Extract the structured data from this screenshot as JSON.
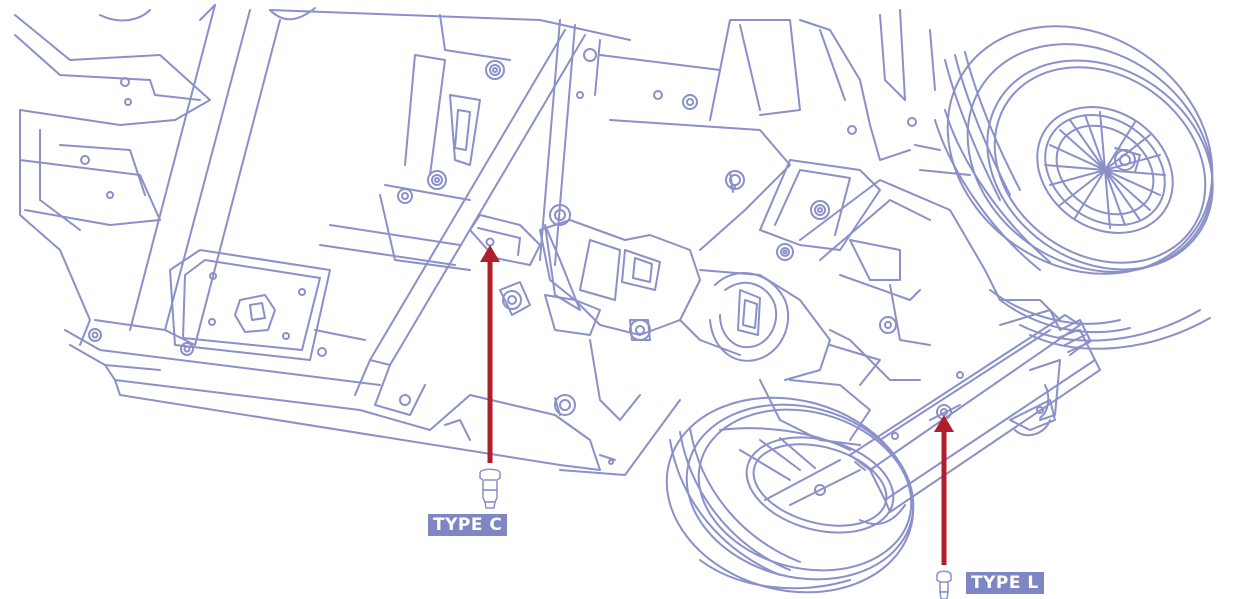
{
  "callouts": [
    {
      "id": "c",
      "label": "TYPE C"
    },
    {
      "id": "l",
      "label": "TYPE L"
    }
  ],
  "colors": {
    "line_art": "#8a90c8",
    "arrow": "#b0202c",
    "label_bg": "#7f86c4",
    "label_text": "#ffffff"
  },
  "icons": [
    "screw-icon"
  ]
}
